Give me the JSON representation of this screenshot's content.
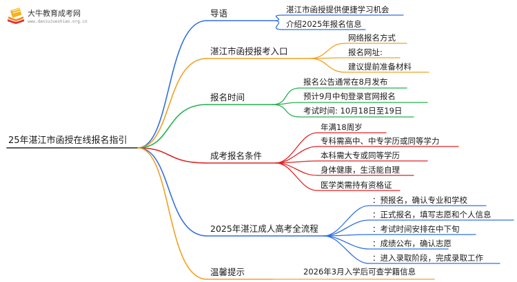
{
  "logo": {
    "title": "大牛教育成考网",
    "url": "www.daniuzueshiao.org.cn"
  },
  "root": {
    "label": "25年湛江市函授在线报名指引"
  },
  "branches": [
    {
      "label": "导语",
      "color": "#2f6fe0",
      "leaves": [
        "湛江市函授提供便捷学习机会",
        "介绍2025年报名信息"
      ]
    },
    {
      "label": "湛江市函授报考入口",
      "color": "#f0a020",
      "leaves": [
        "网络报名方式",
        "报名网址:",
        "建议提前准备材料"
      ]
    },
    {
      "label": "报名时间",
      "color": "#22b14c",
      "leaves": [
        "报名公告通常在8月发布",
        "预计9月中旬登录官网报名",
        "考试时间: 10月18日至19日"
      ]
    },
    {
      "label": "成考报名条件",
      "color": "#e02020",
      "leaves": [
        "年满18周岁",
        "专科需高中、中专学历或同等学力",
        "本科需大专或同等学历",
        "身体健康，生活能自理",
        "医学类需持有资格证"
      ]
    },
    {
      "label": "2025年湛江成人高考全流程",
      "color": "#2f6fe0",
      "leaves": [
        "：预报名，确认专业和学校",
        "：正式报名，填写志愿和个人信息",
        "：考试时间安排在中下旬",
        "：成绩公布，确认志愿",
        "：进入录取阶段，完成录取工作"
      ]
    },
    {
      "label": "温馨提示",
      "color": "#f0a020",
      "leaves": [
        "2026年3月入学后可查学籍信息"
      ]
    }
  ]
}
